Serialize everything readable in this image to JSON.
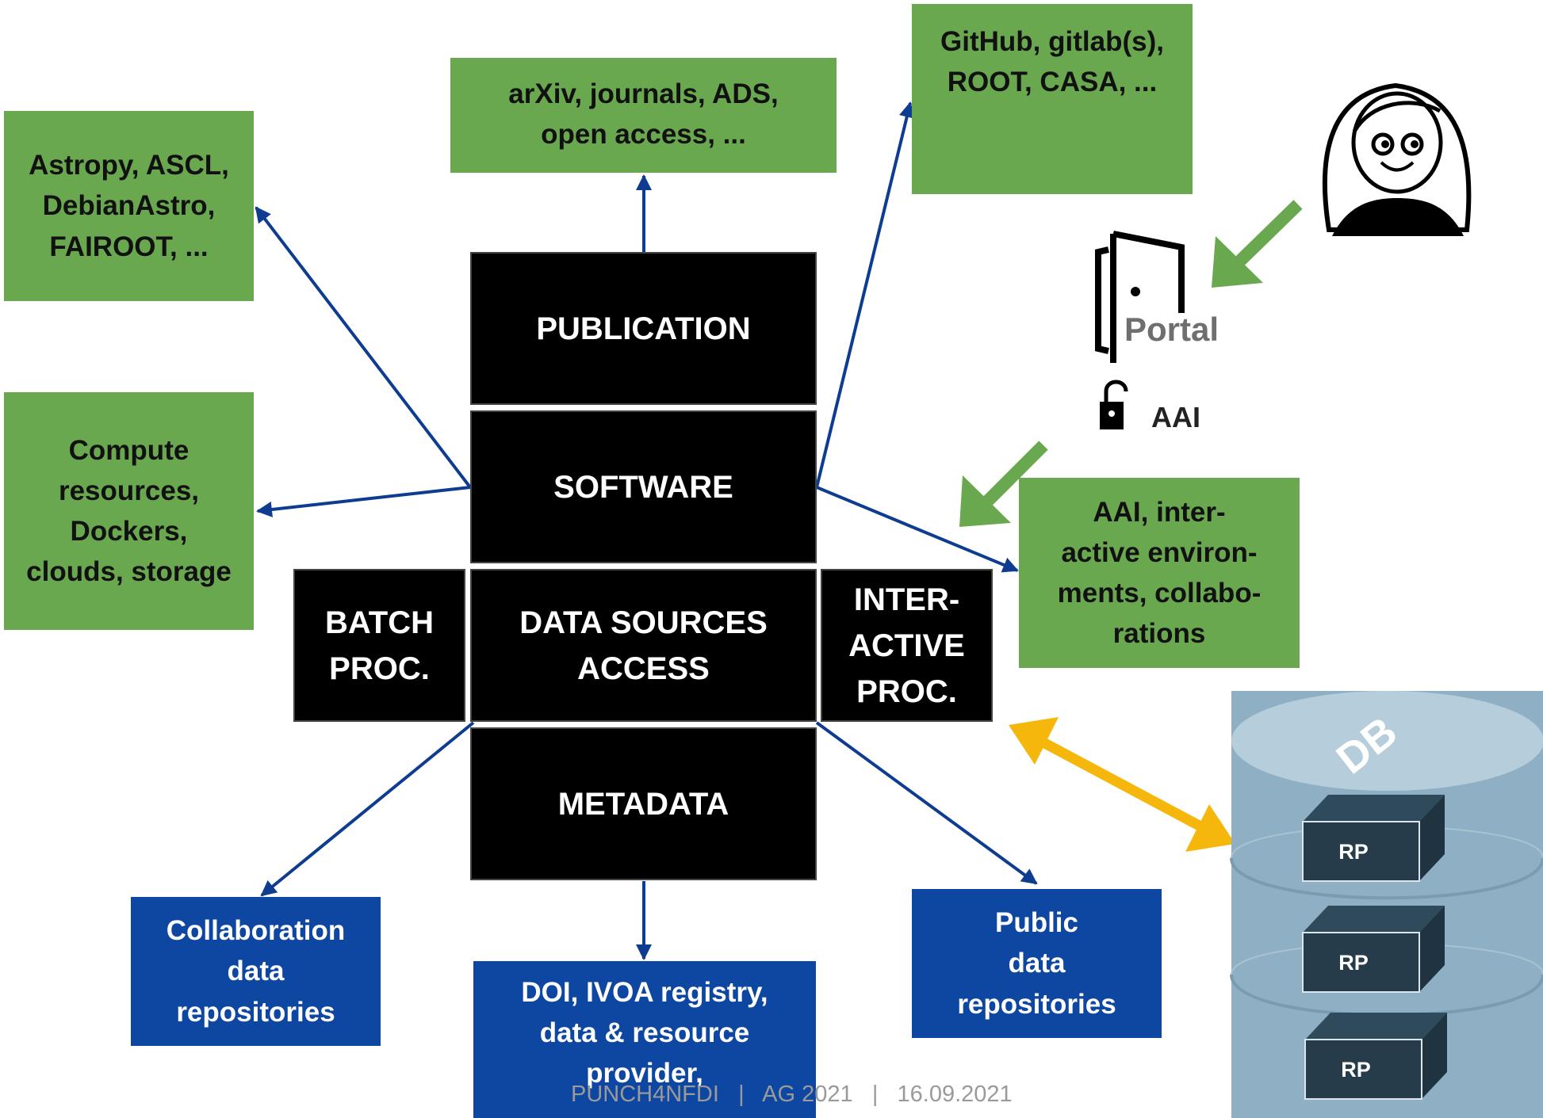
{
  "core": {
    "publication": "PUBLICATION",
    "software": "SOFTWARE",
    "data_sources": "DATA SOURCES\nACCESS",
    "metadata": "METADATA",
    "batch": "BATCH\nPROC.",
    "interactive": "INTER-\nACTIVE\nPROC."
  },
  "green": {
    "astropy": "Astropy, ASCL,\nDebianAstro,\nFAIROOT, ...",
    "arxiv": "arXiv, journals, ADS,\nopen access, ...",
    "github": "GitHub, gitlab(s),\nROOT, CASA, ...",
    "compute": "Compute\nresources,\nDockers,\nclouds, storage",
    "aai_env": "AAI, inter-\nactive environ-\nments, collabo-\nrations"
  },
  "blue": {
    "collab": "Collaboration\ndata\nrepositories",
    "doi": "DOI, IVOA registry,\ndata & resource\nprovider,",
    "public": "Public\ndata\nrepositories"
  },
  "portal": {
    "label": "Portal",
    "aai": "AAI"
  },
  "db": {
    "label": "DB",
    "rp": [
      "RP",
      "RP",
      "RP"
    ]
  },
  "footer": "PUNCH4NFDI   |   AG 2021   |   16.09.2021",
  "colors": {
    "green": "#6aa84f",
    "blue": "#0d47a1",
    "arrow_blue": "#0d3c91",
    "arrow_green": "#6aa84f",
    "arrow_gold": "#f6b70c",
    "db": "#8fb0c4"
  }
}
